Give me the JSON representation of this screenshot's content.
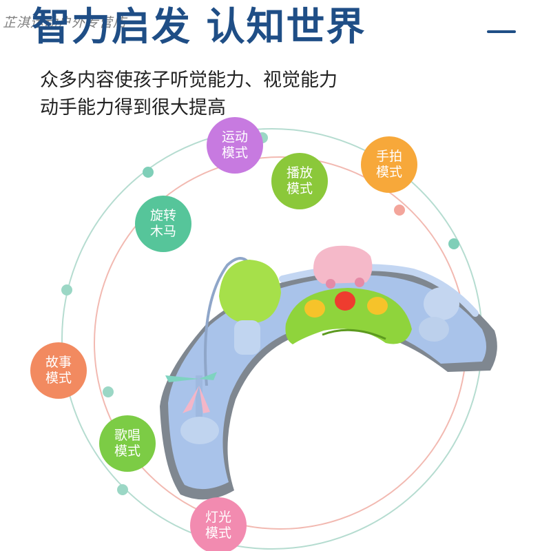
{
  "watermark": "芷淇运动户外专营店",
  "header": {
    "title": "智力启发 认知世界",
    "description_line1": "众多内容使孩子听觉能力、视觉能力",
    "description_line2": "动手能力得到很大提高"
  },
  "modes": {
    "yundong": {
      "line1": "运动",
      "line2": "模式"
    },
    "shoupai": {
      "line1": "手拍",
      "line2": "模式"
    },
    "bofang": {
      "line1": "播放",
      "line2": "模式"
    },
    "xuanzhuan": {
      "line1": "旋转",
      "line2": "木马"
    },
    "gushi": {
      "line1": "故事",
      "line2": "模式"
    },
    "gechang": {
      "line1": "歌唱",
      "line2": "模式"
    },
    "dengguang": {
      "line1": "灯光",
      "line2": "模式"
    }
  },
  "colors": {
    "title": "#1f4e86",
    "outer_ring": "#b5dcd0",
    "inner_ring": "#f2b9b1",
    "toy_body": "#a9c3ea",
    "toy_rim": "#7f8790"
  },
  "icons": [
    "menu-icon"
  ]
}
